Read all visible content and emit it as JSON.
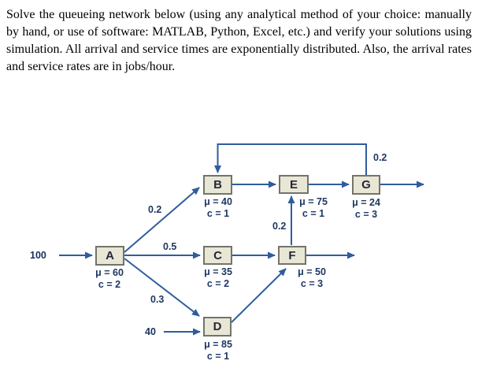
{
  "problem_statement": "Solve the queueing network below (using any analytical method of your choice: manually by hand, or use of software: MATLAB, Python, Excel, etc.) and verify your solutions using simulation. All arrival and service times are exponentially distributed. Also, the arrival rates and service rates are in jobs/hour.",
  "diagram": {
    "external_arrivals": {
      "to_a": "100",
      "to_d": "40"
    },
    "nodes": {
      "A": {
        "name": "A",
        "mu_label": "μ = 60",
        "c_label": "c = 2"
      },
      "B": {
        "name": "B",
        "mu_label": "μ = 40",
        "c_label": "c = 1"
      },
      "C": {
        "name": "C",
        "mu_label": "μ = 35",
        "c_label": "c = 2"
      },
      "D": {
        "name": "D",
        "mu_label": "μ = 85",
        "c_label": "c = 1"
      },
      "E": {
        "name": "E",
        "mu_label": "μ = 75",
        "c_label": "c = 1"
      },
      "F": {
        "name": "F",
        "mu_label": "μ = 50",
        "c_label": "c = 3"
      },
      "G": {
        "name": "G",
        "mu_label": "μ = 24",
        "c_label": "c = 3"
      }
    },
    "branch_labels": {
      "a_to_b": "0.2",
      "a_to_c": "0.5",
      "a_to_d": "0.3",
      "f_to_e": "0.2",
      "g_to_b": "0.2"
    },
    "colors": {
      "arrow": "#2e5d9e",
      "node_fill": "#e8e7d5",
      "node_border": "#73736a",
      "label_text": "#1f3864"
    }
  }
}
